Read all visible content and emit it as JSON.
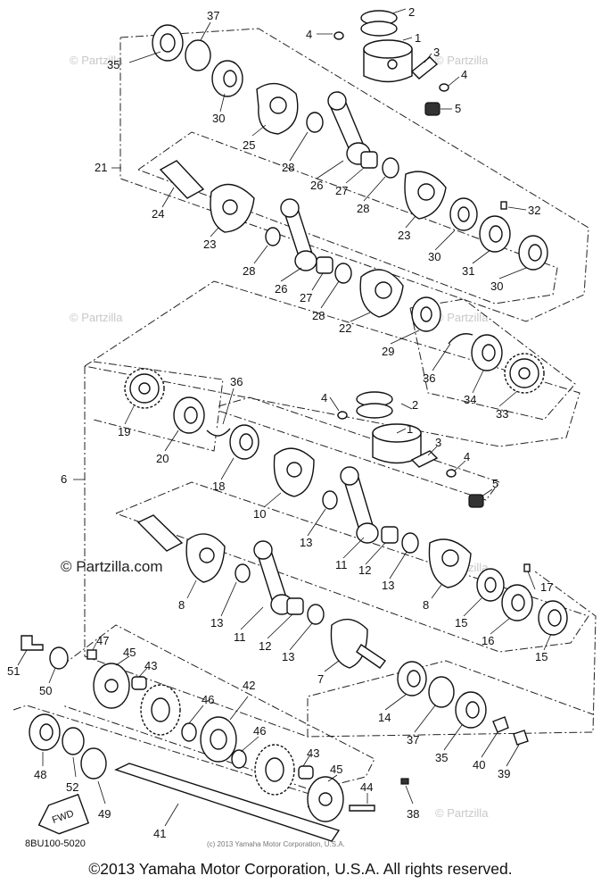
{
  "watermark": "© Partzilla",
  "watermark_main": "© Partzilla.com",
  "diagram_code": "8BU100-5020",
  "inner_copyright": "(c) 2013 Yamaha Motor Corporation, U.S.A.",
  "fwd_arrow_label": "FWD",
  "copyright": "©2013 Yamaha Motor Corporation, U.S.A. All rights reserved.",
  "callouts": {
    "c1a": "1",
    "c2a": "2",
    "c3a": "3",
    "c4a": "4",
    "c4b": "4",
    "c5a": "5",
    "c35a": "35",
    "c37a": "37",
    "c30a": "30",
    "c25": "25",
    "c28a": "28",
    "c26a": "26",
    "c27a": "27",
    "c28b": "28",
    "c21": "21",
    "c24": "24",
    "c23a": "23",
    "c23b": "23",
    "c30b": "30",
    "c32": "32",
    "c31": "31",
    "c30c": "30",
    "c28c": "28",
    "c26b": "26",
    "c27b": "27",
    "c28d": "28",
    "c22": "22",
    "c29": "29",
    "c36a": "36",
    "c34": "34",
    "c33": "33",
    "c19": "19",
    "c20": "20",
    "c36b": "36",
    "c18": "18",
    "c4c": "4",
    "c2b": "2",
    "c1b": "1",
    "c3b": "3",
    "c4d": "4",
    "c6": "6",
    "c10": "10",
    "c13a": "13",
    "c11a": "11",
    "c12a": "12",
    "c13b": "13",
    "c5b": "5",
    "c8a": "8",
    "c8b": "8",
    "c17": "17",
    "c15a": "15",
    "c16": "16",
    "c15b": "15",
    "c13c": "13",
    "c11b": "11",
    "c12b": "12",
    "c13d": "13",
    "c7": "7",
    "c14": "14",
    "c51": "51",
    "c47": "47",
    "c45a": "45",
    "c43a": "43",
    "c50": "50",
    "c46a": "46",
    "c42": "42",
    "c46b": "46",
    "c37b": "37",
    "c35b": "35",
    "c40": "40",
    "c39": "39",
    "c48": "48",
    "c52": "52",
    "c49": "49",
    "c43b": "43",
    "c45b": "45",
    "c44": "44",
    "c38": "38",
    "c41": "41"
  }
}
